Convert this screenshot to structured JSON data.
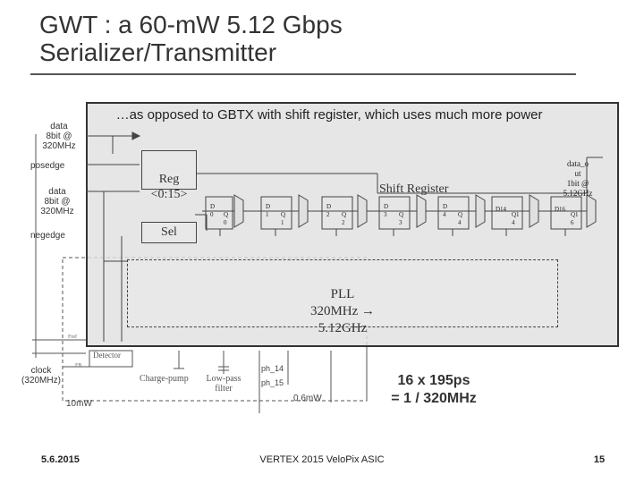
{
  "slide": {
    "title_line1": "GWT : a 60-mW 5.12 Gbps",
    "title_line2": "Serializer/Transmitter",
    "caption": "…as opposed to GBTX with shift register, which uses much more power",
    "left_labels": {
      "data_top": "data\n8bit @\n320MHz",
      "posedge": "posedge",
      "data_mid": "data\n8bit @\n320MHz",
      "negedge": "negedge",
      "clock": "clock\n(320MHz)"
    },
    "blocks": {
      "reg": "Reg\n<0:15>",
      "sel": "Sel",
      "shift_register": "Shift Register",
      "pll": "PLL\n320MHz →\n5.12GHz"
    },
    "data_out": "data_o\nut\n1bit @\n5.12GHz",
    "ff": [
      {
        "d": "D\n0",
        "q": "Q\n0"
      },
      {
        "d": "D\n1",
        "q": "Q\n1"
      },
      {
        "d": "D\n2",
        "q": "Q\n2"
      },
      {
        "d": "D\n3",
        "q": "Q\n3"
      },
      {
        "d": "D\n4",
        "q": "Q\n4"
      },
      {
        "d": "D14",
        "q": "Q1\n4"
      },
      {
        "d": "D16",
        "q": "Q1\n6"
      }
    ],
    "pll_bg": {
      "fref": "Fref",
      "detector": "Detector",
      "fb": "FB",
      "charge_pump": "Charge-pump",
      "low_pass": "Low-pass\nfilter",
      "power_pll": "10mW",
      "ph14": "ph_14",
      "ph15": "ph_15",
      "power_ser": "0.6mW"
    },
    "timing_note": "16 x 195ps\n= 1 / 320MHz",
    "footer": {
      "date": "5.6.2015",
      "center": "VERTEX 2015 VeloPix ASIC",
      "page": "15"
    }
  }
}
